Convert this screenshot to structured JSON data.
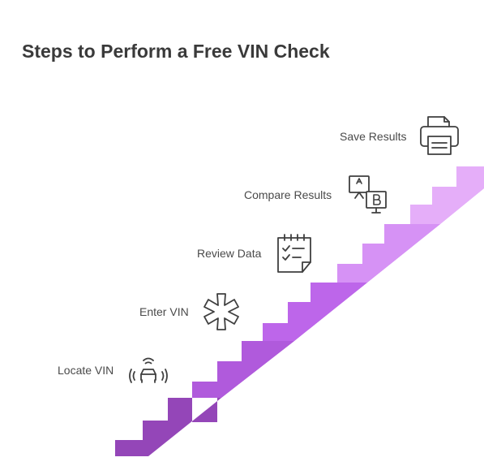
{
  "title": "Steps to Perform a Free VIN Check",
  "colors": {
    "step1": "#9446b8",
    "step2": "#a250cb",
    "step3": "#b05adc",
    "step4": "#bd66ea",
    "step5": "#d692f5",
    "step5_light": "#e5aef9",
    "icon_stroke": "#3f3f3f"
  },
  "steps": [
    {
      "label": "Locate VIN",
      "icon": "car-signal-icon"
    },
    {
      "label": "Enter VIN",
      "icon": "asterisk-icon"
    },
    {
      "label": "Review Data",
      "icon": "checklist-icon"
    },
    {
      "label": "Compare Results",
      "icon": "a-b-compare-icon"
    },
    {
      "label": "Save Results",
      "icon": "printer-icon"
    }
  ]
}
